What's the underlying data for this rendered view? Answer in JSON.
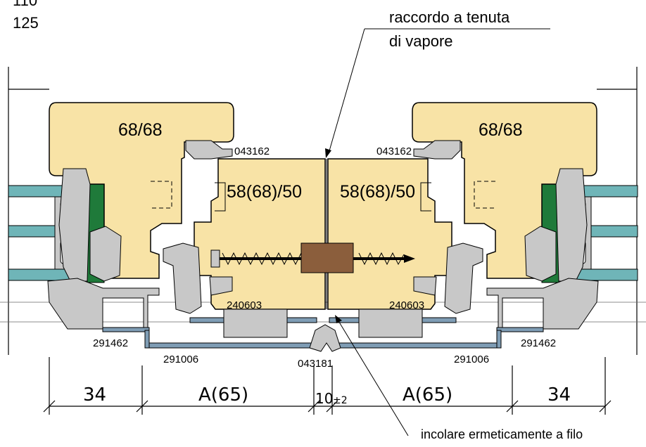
{
  "top_left_numbers": [
    "110",
    "125"
  ],
  "callouts": {
    "vapor_seal_line1": "raccordo a tenuta",
    "vapor_seal_line2": "di vapore",
    "seal_flush": "incolare ermeticamente a filo"
  },
  "profiles": {
    "frame_left": "68/68",
    "frame_right": "68/68",
    "sash_left": "58(68)/50",
    "sash_right": "58(68)/50"
  },
  "part_numbers": {
    "gasket_top_left": "043162",
    "gasket_top_right": "043162",
    "gasket_mid_left": "240603",
    "gasket_mid_right": "240603",
    "cover_left": "291462",
    "cover_right": "291462",
    "rail_left": "291006",
    "rail_right": "291006",
    "center_seal": "043181"
  },
  "dimensions": [
    "34",
    "A(65)",
    "10",
    "±2",
    "A(65)",
    "34"
  ],
  "colors": {
    "wood": "#f8e3a6",
    "gasket": "#c8c8c8",
    "glass": "#6fb5b8",
    "aluminium": "#7f9db5",
    "green_spacer": "#1f7a3a",
    "wood_block": "#8b5e3c"
  }
}
